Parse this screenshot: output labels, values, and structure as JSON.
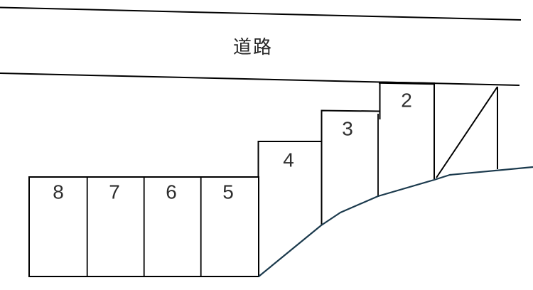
{
  "road": {
    "label": "道路"
  },
  "spaces": [
    {
      "label": "2"
    },
    {
      "label": "3"
    },
    {
      "label": "4"
    },
    {
      "label": "5"
    },
    {
      "label": "6"
    },
    {
      "label": "7"
    },
    {
      "label": "8"
    }
  ],
  "colors": {
    "outline": "#000000",
    "terrain_boundary": "#1b3a4d",
    "label_text": "#2e2e2e"
  }
}
